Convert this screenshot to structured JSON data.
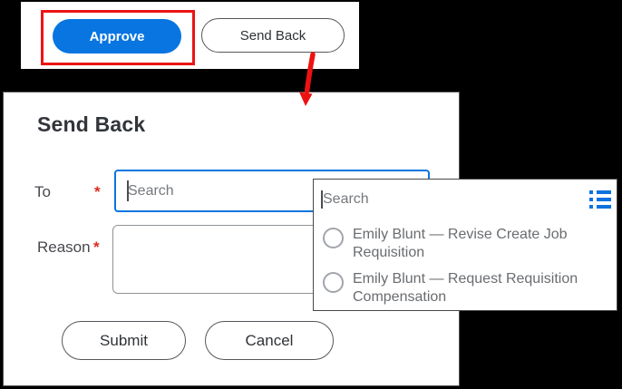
{
  "action_bar": {
    "approve_label": "Approve",
    "send_back_label": "Send Back"
  },
  "dialog": {
    "title": "Send Back",
    "to_label": "To",
    "to_required_marker": "*",
    "to_placeholder": "Search",
    "to_value": "",
    "reason_label": "Reason",
    "reason_required_marker": "*",
    "reason_value": "",
    "submit_label": "Submit",
    "cancel_label": "Cancel"
  },
  "popup": {
    "search_placeholder": "Search",
    "search_value": "",
    "menu_icon": "list-menu-icon",
    "options": [
      {
        "label": "Emily Blunt — Revise Create Job Requisition",
        "selected": false
      },
      {
        "label": "Emily Blunt — Request Requisition Compensation",
        "selected": false
      }
    ]
  },
  "colors": {
    "primary_blue": "#0875e1",
    "highlight_red": "#ec1414",
    "arrow_red": "#ed1212",
    "asterisk_red": "#dd2b20",
    "background": "#000000"
  }
}
